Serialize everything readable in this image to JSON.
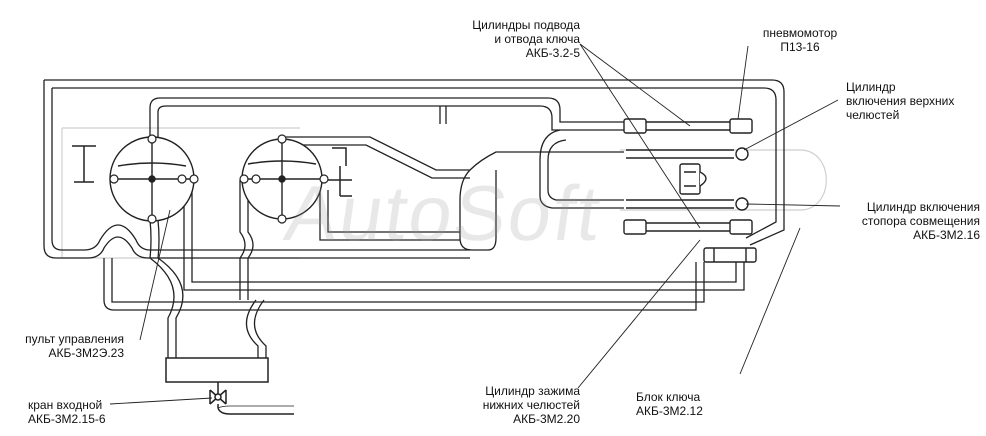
{
  "labels": {
    "cyl_feed_1": "Цилиндры подвода",
    "cyl_feed_2": "и отвода ключа",
    "cyl_feed_3": "АКБ-3.2-5",
    "motor_1": "пневмомотор",
    "motor_2": "П13-16",
    "upper_1": "Цилиндр",
    "upper_2": "включения верхних",
    "upper_3": "челюстей",
    "stopper_1": "Цилиндр включения",
    "stopper_2": "стопора совмещения",
    "stopper_3": "АКБ-3М2.16",
    "panel_1": "пульт управления",
    "panel_2": "АКБ-3М2Э.23",
    "valve_1": "кран входной",
    "valve_2": "АКБ-3М2.15-6",
    "lower_1": "Цилиндр зажима",
    "lower_2": "нижних челюстей",
    "lower_3": "АКБ-3М2.20",
    "block_1": "Блок ключа",
    "block_2": "АКБ-3М2.12"
  },
  "watermark": "AutoSoft",
  "colors": {
    "line": "#222222",
    "pipe_fill": "#ffffff",
    "watermark": "#9a9a9a"
  }
}
